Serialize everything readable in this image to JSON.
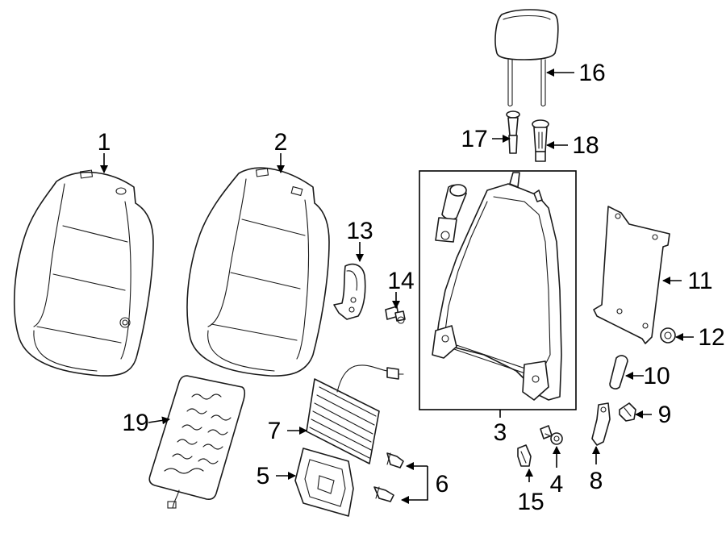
{
  "colors": {
    "line": "#1a1a1a",
    "background": "#ffffff"
  },
  "callouts": [
    {
      "id": "1",
      "text": "1"
    },
    {
      "id": "2",
      "text": "2"
    },
    {
      "id": "3",
      "text": "3"
    },
    {
      "id": "4",
      "text": "4"
    },
    {
      "id": "5",
      "text": "5"
    },
    {
      "id": "6",
      "text": "6"
    },
    {
      "id": "7",
      "text": "7"
    },
    {
      "id": "8",
      "text": "8"
    },
    {
      "id": "9",
      "text": "9"
    },
    {
      "id": "10",
      "text": "10"
    },
    {
      "id": "11",
      "text": "11"
    },
    {
      "id": "12",
      "text": "12"
    },
    {
      "id": "13",
      "text": "13"
    },
    {
      "id": "14",
      "text": "14"
    },
    {
      "id": "15",
      "text": "15"
    },
    {
      "id": "16",
      "text": "16"
    },
    {
      "id": "17",
      "text": "17"
    },
    {
      "id": "18",
      "text": "18"
    },
    {
      "id": "19",
      "text": "19"
    }
  ]
}
